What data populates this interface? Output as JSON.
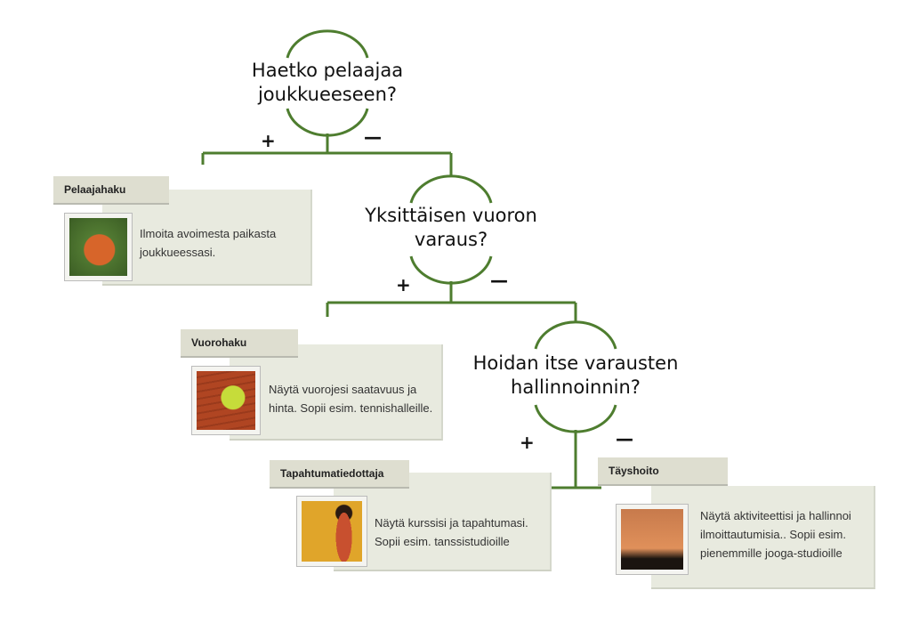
{
  "questions": [
    {
      "line1": "Haetko pelaajaa",
      "line2": "joukkueeseen?"
    },
    {
      "line1": "Yksittäisen vuoron",
      "line2": "varaus?"
    },
    {
      "line1": "Hoidan itse varausten",
      "line2": "hallinnoinnin?"
    }
  ],
  "signs": {
    "plus": "+",
    "minus": "—"
  },
  "cards": [
    {
      "title": "Pelaajahaku",
      "text": "Ilmoita avoimesta paikasta joukkueessasi.",
      "image": "basketball-on-grass"
    },
    {
      "title": "Vuorohaku",
      "text": "Näytä vuorojesi saatavuus ja hinta. Sopii esim. tennishalleille.",
      "image": "tennis-ball-on-court"
    },
    {
      "title": "Tapahtumatiedottaja",
      "text": "Näytä kurssisi ja tapahtumasi. Sopii esim. tanssistudioille",
      "image": "dancer-on-yellow"
    },
    {
      "title": "Täyshoito",
      "text": "Näytä aktiviteettisi ja hallinnoi ilmoittautumisia.. Sopii esim. pienemmille jooga-studioille",
      "image": "yoga-sunset-silhouette"
    }
  ],
  "colors": {
    "line": "#4e7d2f"
  }
}
